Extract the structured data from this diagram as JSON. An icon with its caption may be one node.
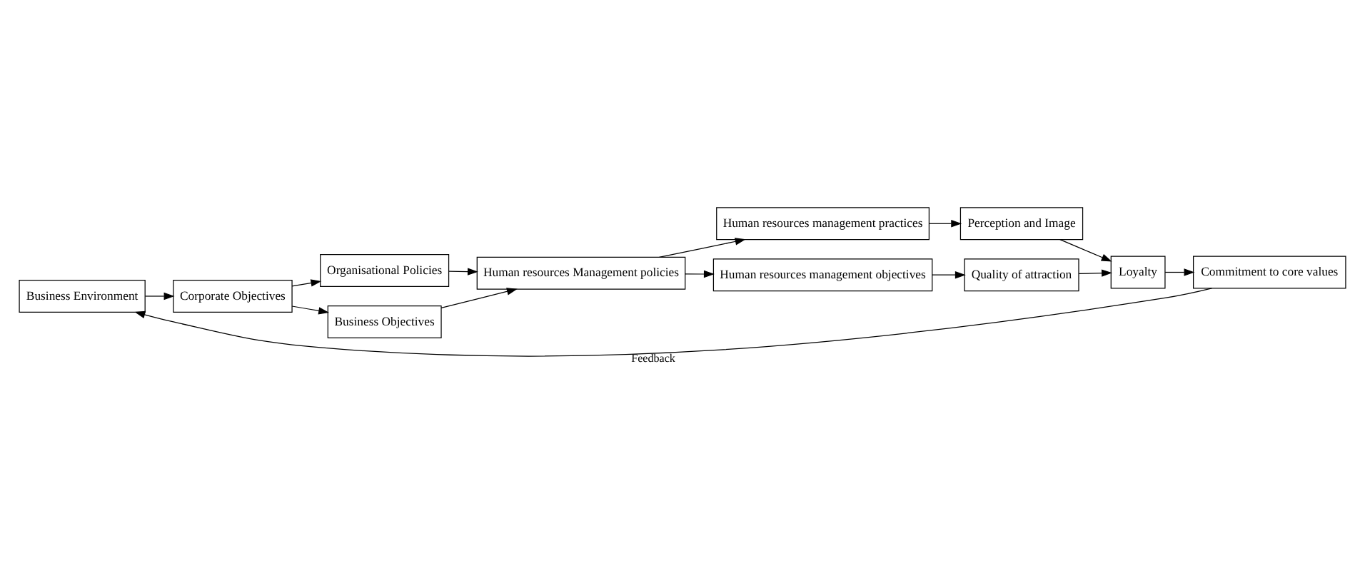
{
  "diagram": {
    "nodes": [
      {
        "text": [
          "Business Environment"
        ]
      },
      {
        "text": [
          "Corporate Objectives"
        ]
      },
      {
        "text": [
          "Organisational Policies"
        ]
      },
      {
        "text": [
          "Business Objectives"
        ]
      },
      {
        "text": [
          "Human resources Management policies"
        ]
      },
      {
        "text": [
          "Human resources management practices"
        ]
      },
      {
        "text": [
          "Human resources management objectives"
        ]
      },
      {
        "text": [
          "Perception and Image"
        ]
      },
      {
        "text": [
          "Quality of attraction"
        ]
      },
      {
        "text": [
          "Loyalty"
        ]
      },
      {
        "text": [
          "Commitment to core values"
        ]
      }
    ],
    "edges": [
      {
        "from": 0,
        "to": 1,
        "arrow": "to"
      },
      {
        "from": 1,
        "to": 2,
        "arrow": "to"
      },
      {
        "from": 1,
        "to": 3,
        "arrow": "to"
      },
      {
        "from": 2,
        "to": 4,
        "arrow": "to"
      },
      {
        "from": 3,
        "to": 4,
        "arrow": "to"
      },
      {
        "from": 4,
        "to": 5,
        "arrow": "to"
      },
      {
        "from": 4,
        "to": 6,
        "arrow": "to"
      },
      {
        "from": 5,
        "to": 7,
        "arrow": "to"
      },
      {
        "from": 6,
        "to": 8,
        "arrow": "to"
      },
      {
        "from": 7,
        "to": 9,
        "arrow": "to"
      },
      {
        "from": 8,
        "to": 9,
        "arrow": "to"
      },
      {
        "from": 9,
        "to": 10,
        "arrow": "to"
      },
      {
        "from": 10,
        "to": 0,
        "arrow": "to",
        "label": "Feedback"
      }
    ]
  }
}
